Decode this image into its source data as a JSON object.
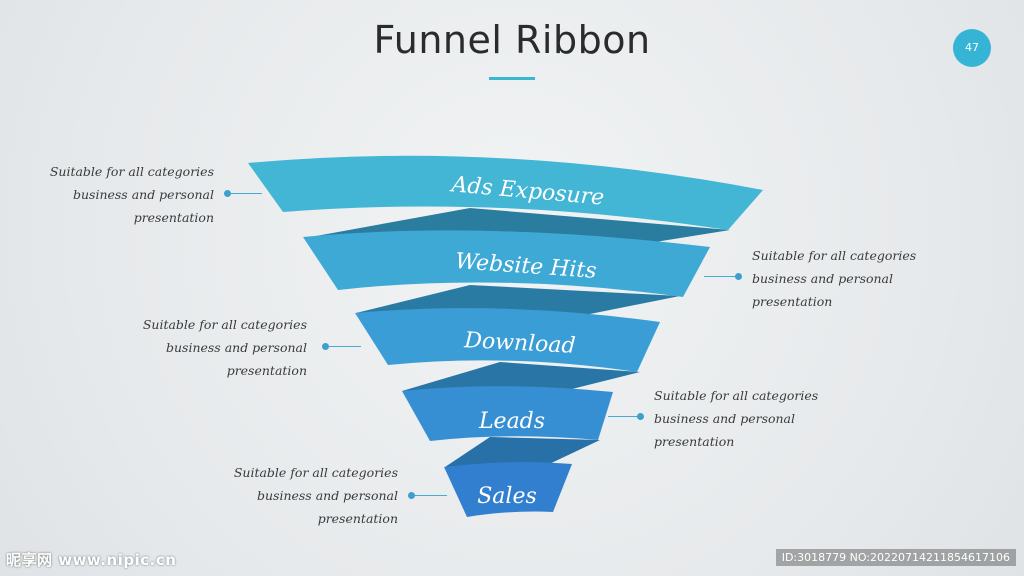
{
  "title": "Funnel Ribbon",
  "page_number": "47",
  "colors": {
    "accent": "#3bb6cf",
    "badge": "#36b4d6",
    "band1": "#42b6d4",
    "band2": "#3fa9d6",
    "band3": "#3b9dd6",
    "band4": "#378fd3",
    "band5": "#327fd0",
    "fold": "#2b7a9e"
  },
  "stages": [
    {
      "label": "Ads Exposure"
    },
    {
      "label": "Website Hits"
    },
    {
      "label": "Download"
    },
    {
      "label": "Leads"
    },
    {
      "label": "Sales"
    }
  ],
  "notes": [
    {
      "line1": "Suitable for all categories",
      "line2": "business and personal",
      "line3": "presentation"
    },
    {
      "line1": "Suitable for all categories",
      "line2": "business and personal",
      "line3": "presentation"
    },
    {
      "line1": "Suitable for all categories",
      "line2": "business and personal",
      "line3": "presentation"
    },
    {
      "line1": "Suitable for all categories",
      "line2": "business and personal",
      "line3": "presentation"
    },
    {
      "line1": "Suitable for all categories",
      "line2": "business and personal",
      "line3": "presentation"
    }
  ],
  "watermark": {
    "site": "昵享网 www.nipic.cn",
    "id": "ID:3018779 NO:20220714211854617106"
  }
}
